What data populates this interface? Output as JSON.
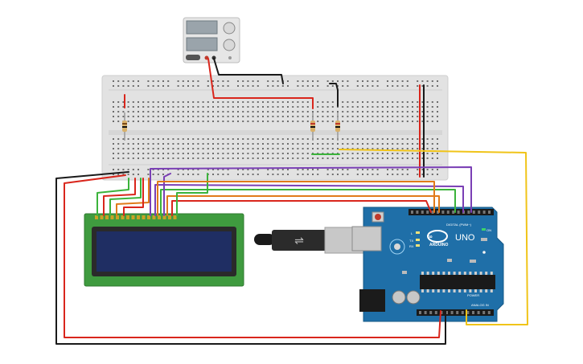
{
  "arduino": {
    "brand": "ARDUINO",
    "model": "UNO",
    "digital_label": "DIGITAL (PWM~)",
    "power_label": "POWER",
    "analog_label": "ANALOG IN",
    "on_label": "ON",
    "l_label": "L",
    "tx_label": "TX",
    "rx_label": "RX"
  },
  "colors": {
    "breadboard": "#e2e2e2",
    "arduino": "#1f6fa8",
    "lcd_board": "#3f9b3f",
    "lcd_screen": "#1f2e63",
    "wire_red": "#d9261c",
    "wire_black": "#1a1a1a",
    "wire_green": "#3bb33b",
    "wire_orange": "#e07b1a",
    "wire_purple": "#7a3fb5",
    "wire_yellow": "#f0c419"
  }
}
